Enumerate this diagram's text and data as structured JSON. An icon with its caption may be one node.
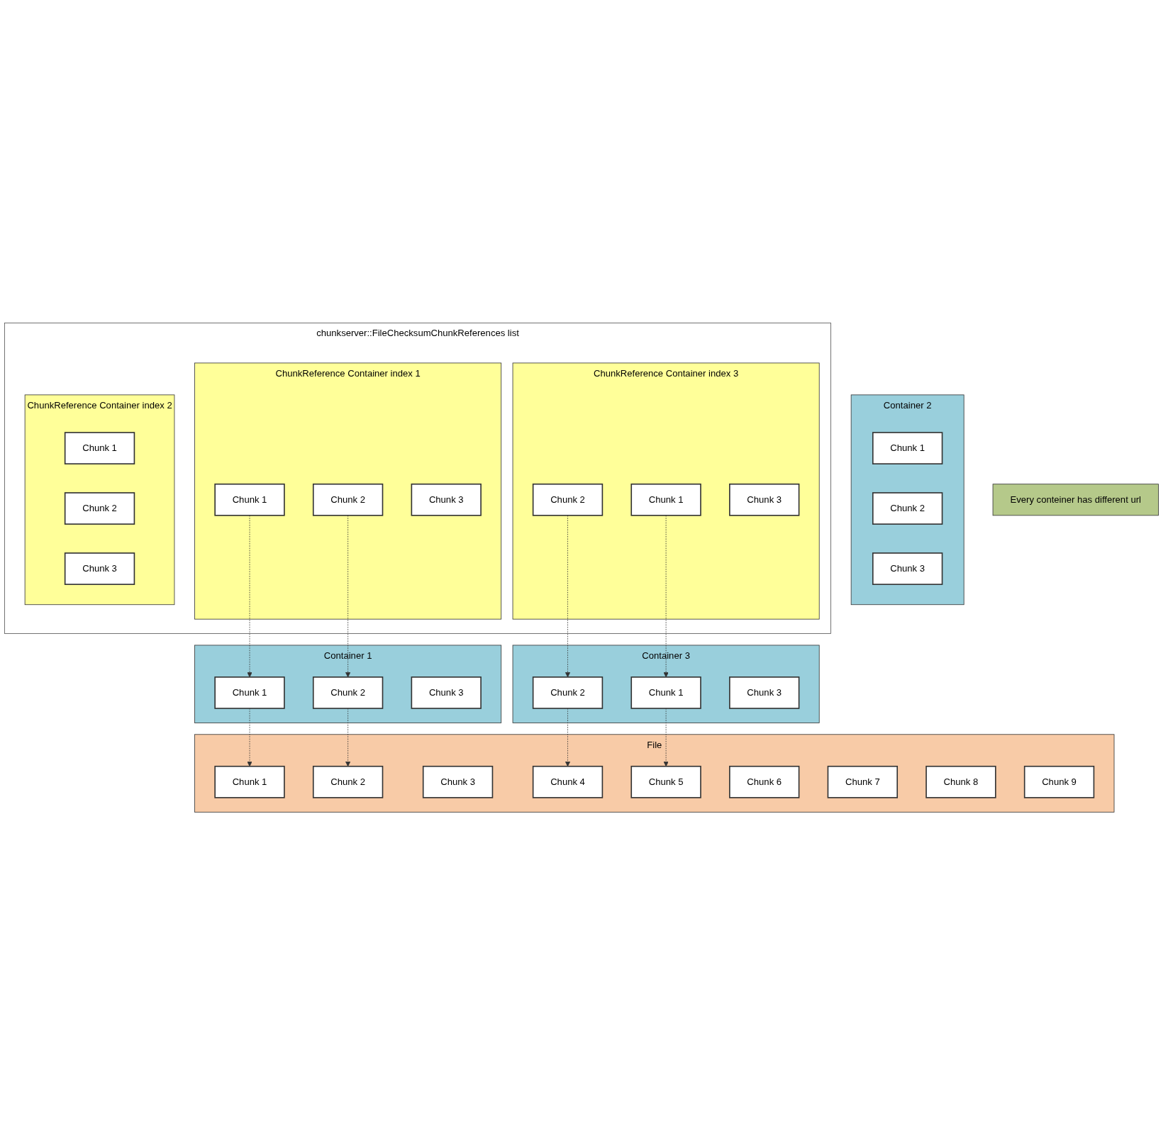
{
  "diagram": {
    "nodes": [
      {
        "text": [
          "Every conteiner has different url"
        ]
      },
      {
        "text": [
          "Container 1"
        ]
      },
      {
        "text": [
          "Chunk 1"
        ],
        "in": 1
      },
      {
        "text": [
          "Chunk 2"
        ],
        "in": 1
      },
      {
        "text": [
          "Chunk 3"
        ],
        "in": 1
      },
      {
        "text": [
          "Container 2"
        ]
      },
      {
        "text": [
          "Chunk 1"
        ],
        "in": 5
      },
      {
        "text": [
          "Chunk 2"
        ],
        "in": 5
      },
      {
        "text": [
          "Chunk 3"
        ],
        "in": 5
      },
      {
        "text": [
          "Container 3"
        ]
      },
      {
        "text": [
          "Chunk 1"
        ],
        "in": 9
      },
      {
        "text": [
          "Chunk 2"
        ],
        "in": 9
      },
      {
        "text": [
          "Chunk 3"
        ],
        "in": 9
      },
      {
        "text": [
          "File"
        ]
      },
      {
        "text": [
          "Chunk 1"
        ],
        "in": 13
      },
      {
        "text": [
          "Chunk 2"
        ],
        "in": 13
      },
      {
        "text": [
          "Chunk 3"
        ],
        "in": 13
      },
      {
        "text": [
          "Chunk 4"
        ],
        "in": 13
      },
      {
        "text": [
          "Chunk 5"
        ],
        "in": 13
      },
      {
        "text": [
          "Chunk 6"
        ],
        "in": 13
      },
      {
        "text": [
          "Chunk 7"
        ],
        "in": 13
      },
      {
        "text": [
          "Chunk 8"
        ],
        "in": 13
      },
      {
        "text": [
          "Chunk 9"
        ],
        "in": 13
      },
      {
        "text": [
          "chunkserver::FileChecksumChunkReferences list"
        ]
      },
      {
        "text": [
          "ChunkReference Container index 1"
        ],
        "in": 23
      },
      {
        "text": [
          "Chunk 1"
        ],
        "in": 24
      },
      {
        "text": [
          "Chunk 2"
        ],
        "in": 24
      },
      {
        "text": [
          "Chunk 3"
        ],
        "in": 24
      },
      {
        "text": [
          "ChunkReference Container index 3"
        ],
        "in": 23
      },
      {
        "text": [
          "Chunk 2"
        ],
        "in": 28
      },
      {
        "text": [
          "Chunk 1"
        ],
        "in": 28
      },
      {
        "text": [
          "Chunk 3"
        ],
        "in": 28
      },
      {
        "text": [
          "ChunkReference Container index 2"
        ],
        "in": 23
      },
      {
        "text": [
          "Chunk 1"
        ],
        "in": 32
      },
      {
        "text": [
          "Chunk 2"
        ],
        "in": 32
      },
      {
        "text": [
          "Chunk 3"
        ],
        "in": 32
      }
    ],
    "edges": [
      {
        "from": 25,
        "to": 2,
        "arrow": "to",
        "style": "dashed"
      },
      {
        "from": 26,
        "to": 3,
        "arrow": "to",
        "style": "dashed"
      },
      {
        "from": 2,
        "to": 14,
        "arrow": "to",
        "style": "dashed"
      },
      {
        "from": 3,
        "to": 15,
        "arrow": "to",
        "style": "dashed"
      },
      {
        "from": 11,
        "to": 17,
        "arrow": "to",
        "style": "dashed"
      },
      {
        "from": 10,
        "to": 18,
        "arrow": "to",
        "style": "dashed"
      },
      {
        "from": 29,
        "to": 11,
        "arrow": "to",
        "style": "dashed"
      },
      {
        "from": 30,
        "to": 10,
        "arrow": "to",
        "style": "dashed"
      }
    ]
  }
}
